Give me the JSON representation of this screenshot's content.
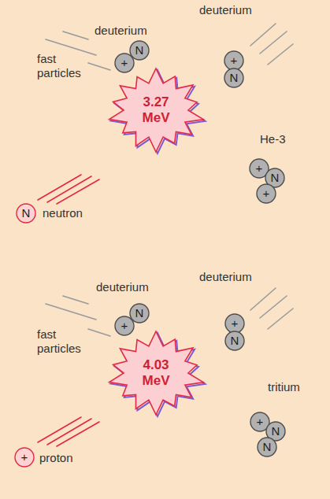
{
  "diagram": {
    "nodes": [
      {
        "text": [
          "N"
        ]
      },
      {
        "text": [
          "+"
        ]
      },
      {
        "text": [
          "+"
        ]
      },
      {
        "text": [
          "N"
        ]
      },
      {
        "text": [
          "3.27 MeV"
        ]
      },
      {
        "text": [
          "+"
        ]
      },
      {
        "text": [
          "N"
        ]
      },
      {
        "text": [
          "+"
        ]
      },
      {
        "text": [
          "N"
        ]
      },
      {
        "text": [
          "N"
        ]
      },
      {
        "text": [
          "+"
        ]
      },
      {
        "text": [
          "+"
        ]
      },
      {
        "text": [
          "N"
        ]
      },
      {
        "text": [
          "4.03 MeV"
        ]
      },
      {
        "text": [
          "+"
        ]
      },
      {
        "text": [
          "N"
        ]
      },
      {
        "text": [
          "N"
        ]
      },
      {
        "text": [
          "+"
        ]
      }
    ],
    "labels": [
      "deuterium",
      "deuterium",
      "fast particles",
      "He-3",
      "neutron",
      "deuterium",
      "deuterium",
      "fast particles",
      "tritium",
      "proton"
    ]
  }
}
